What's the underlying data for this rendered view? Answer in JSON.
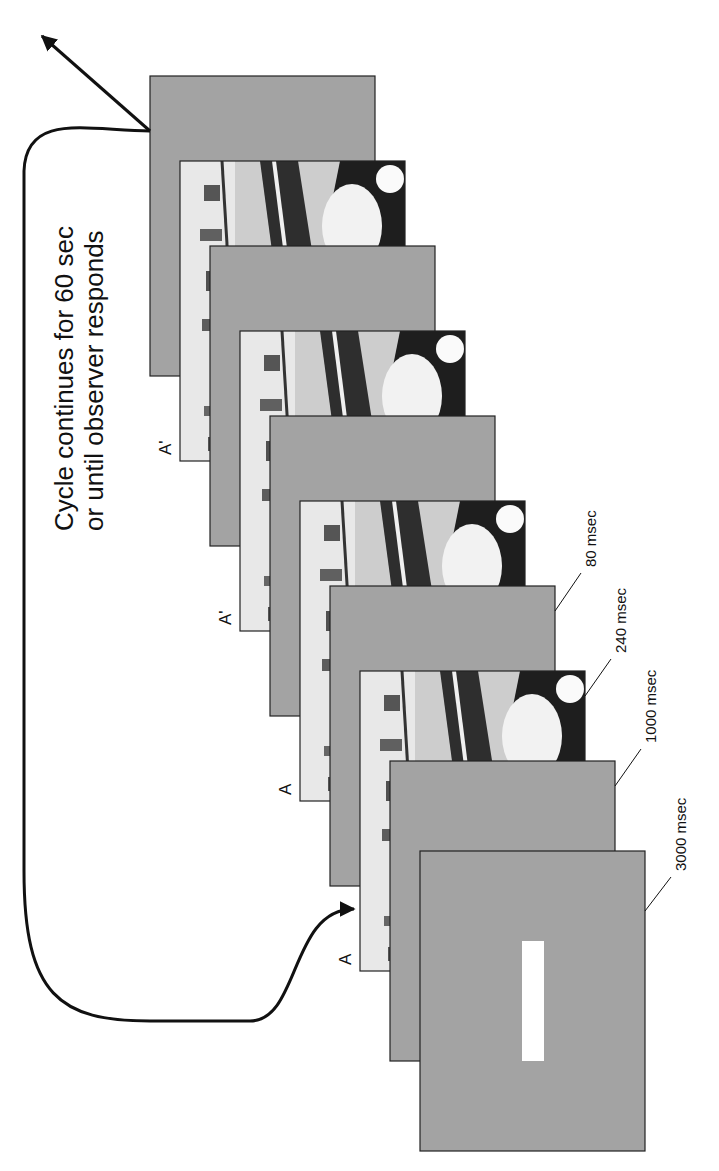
{
  "diagram": {
    "labels": [
      "Cycle continues for 60 sec or until observer responds",
      "A",
      "A",
      "A'",
      "A'",
      "3000 msec",
      "1000 msec",
      "240 msec",
      "80 msec"
    ]
  }
}
